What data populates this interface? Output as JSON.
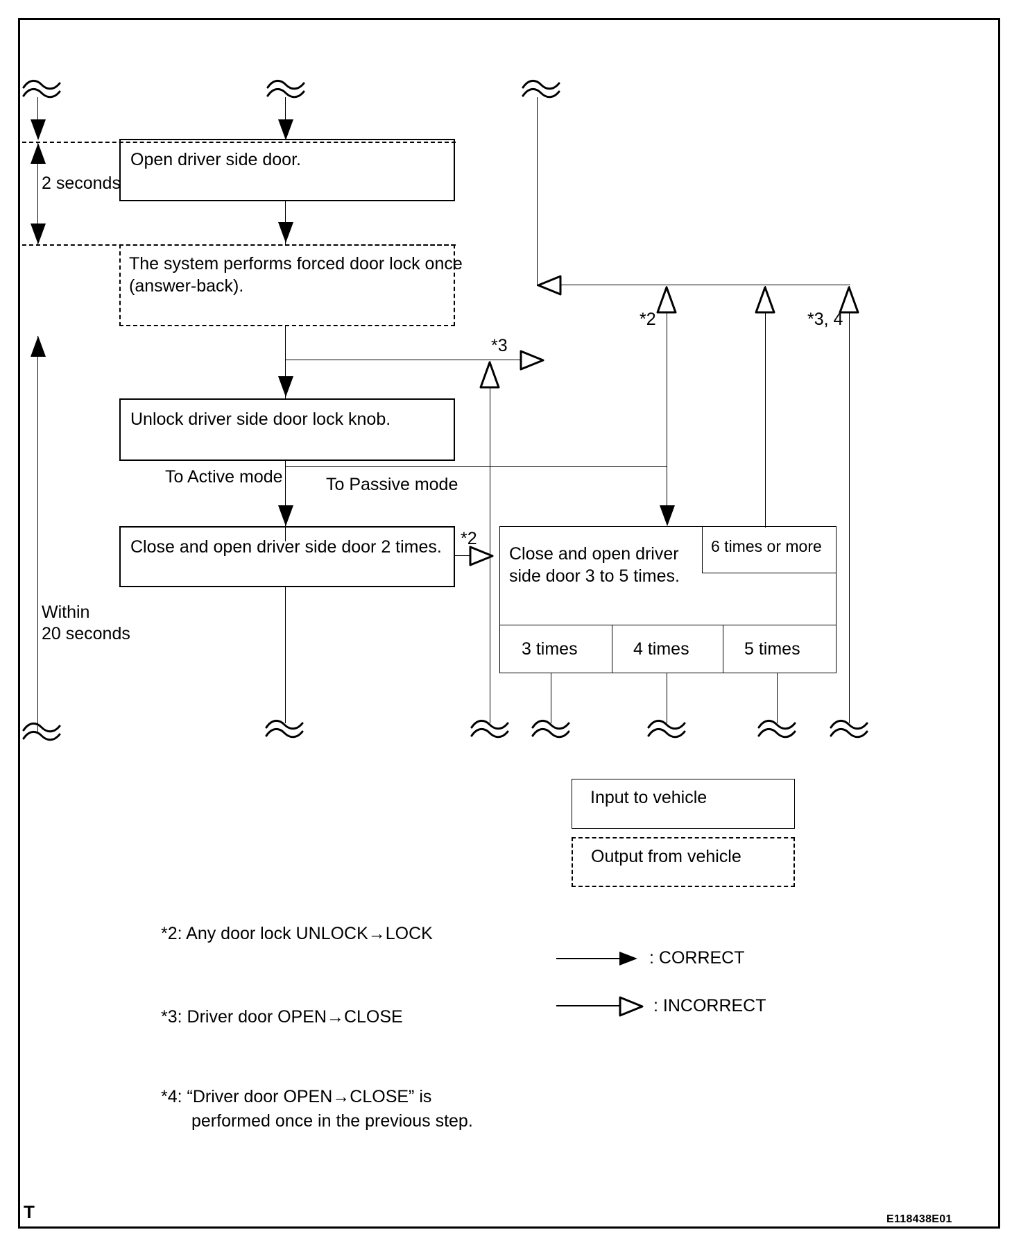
{
  "diagram": {
    "code": "E118438E01",
    "corner_mark": "T",
    "timing_labels": {
      "two_seconds": "2 seconds",
      "within_20_seconds_line1": "Within",
      "within_20_seconds_line2": "20 seconds"
    },
    "steps": [
      {
        "id": "open-driver-door",
        "text": "Open driver side door.",
        "type": "input"
      },
      {
        "id": "forced-door-lock",
        "text_line1": "The system performs forced door lock once",
        "text_line2": "(answer-back).",
        "type": "output"
      },
      {
        "id": "unlock-knob",
        "text": "Unlock driver side door lock knob.",
        "type": "input"
      },
      {
        "id": "close-open-2-times",
        "text": "Close and open driver side door 2 times.",
        "type": "input"
      },
      {
        "id": "close-open-3-to-5-times",
        "text_line1": "Close and open driver",
        "text_line2": "side door 3 to 5 times.",
        "type": "input"
      },
      {
        "id": "six-times-or-more",
        "text": "6 times or more",
        "type": "input"
      }
    ],
    "mode_labels": {
      "active": "To Active mode",
      "passive": "To Passive mode"
    },
    "count_cells": [
      "3 times",
      "4 times",
      "5 times"
    ],
    "edge_labels": {
      "star2_left": "*2",
      "star2_mid": "*2",
      "star3": "*3",
      "star34": "*3, 4"
    },
    "footnotes": [
      {
        "marker": "*2",
        "text": "*2: Any door lock UNLOCK→LOCK"
      },
      {
        "marker": "*3",
        "text": "*3: Driver door OPEN→CLOSE"
      },
      {
        "marker": "*4",
        "line1": "*4: “Driver door OPEN→CLOSE” is",
        "line2": "performed once in the previous step."
      }
    ],
    "legend": {
      "input_box": "Input to vehicle",
      "output_box": "Output from vehicle",
      "correct": ": CORRECT",
      "incorrect": ": INCORRECT"
    }
  }
}
